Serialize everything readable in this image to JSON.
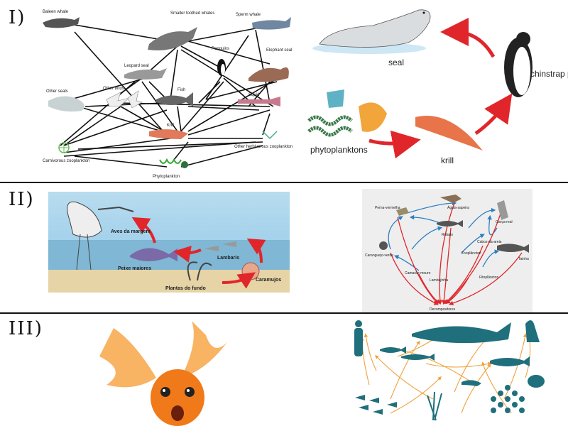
{
  "sections": [
    {
      "numeral": "I)"
    },
    {
      "numeral": "II)"
    },
    {
      "numeral": "III)"
    }
  ],
  "panel_1a": {
    "labels": {
      "baleen_whale": "Baleen whale",
      "toothed_whales": "Smaller toothed whales",
      "sperm_whale": "Sperm whale",
      "penguins": "Penguins",
      "elephant_seal": "Elephant seal",
      "leopard_seal": "Leopard seal",
      "other_seals": "Other seals",
      "other_birds": "Other birds",
      "fish": "Fish",
      "squid": "Squid",
      "krill": "Krill",
      "carnivorous_zooplankton": "Carnivorous zooplankton",
      "herbivorous_zooplankton": "Other herbivorous zooplankton",
      "phytoplankton": "Phytoplankton"
    }
  },
  "panel_1b": {
    "labels": {
      "seal": "seal",
      "penguin": "chinstrap penguin",
      "krill": "krill",
      "phytoplanktons": "phytoplanktons"
    }
  },
  "panel_2a": {
    "labels": {
      "aves": "Aves da margem",
      "peixe": "Peixe maiores",
      "lambaris": "Lambaris",
      "caramujos": "Caramujos",
      "plantas": "Plantas do fundo"
    }
  },
  "panel_2b": {
    "labels": {
      "aguia": "Águia-sapeira",
      "perna": "Perna-vermelha",
      "garca": "Garça-real",
      "robalo": "Robalo",
      "caboz": "Caboz-da-areia",
      "caranguejo": "Caranguejo-verde",
      "zooplancton": "Zooplâncton",
      "tainha": "Tainha",
      "camarao": "Camarão-mouro",
      "lambujinha": "Lambujinha",
      "fitoplancton": "Fitoplâncton",
      "decompositores": "Decompositores"
    }
  },
  "colors": {
    "red_arrow": "#e0262b",
    "blue_arrow": "#2d7fc0",
    "teal_silhouette": "#1f6f7c",
    "orange_arrow": "#f0a23b",
    "goldfish": "#f07a1a",
    "water": "#8fc6e8"
  },
  "icons": [
    "whale-icon",
    "seal-icon",
    "penguin-icon",
    "fish-icon",
    "krill-icon",
    "heron-icon",
    "shark-icon",
    "goldfish-icon"
  ]
}
